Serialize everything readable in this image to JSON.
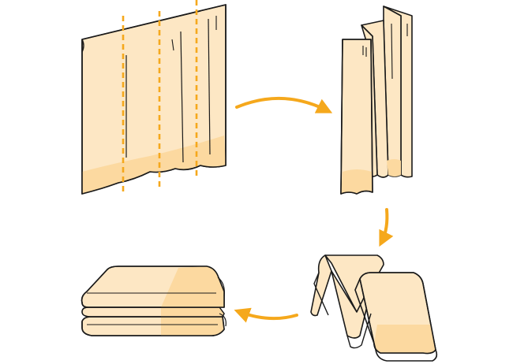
{
  "diagram": {
    "description_steps": [
      {
        "id": "step-1",
        "label": ""
      },
      {
        "id": "step-2",
        "label": ""
      },
      {
        "id": "step-3",
        "label": ""
      },
      {
        "id": "step-4",
        "label": ""
      }
    ],
    "colors": {
      "fabric": "#FDE7C4",
      "fabric_shade": "#FCD9A0",
      "outline": "#1A1A1A",
      "accent": "#F5A81C",
      "background": "#FFFFFF"
    },
    "icons": [
      "curtain",
      "dashed-fold-line",
      "flow-arrow",
      "folded-stack"
    ]
  }
}
